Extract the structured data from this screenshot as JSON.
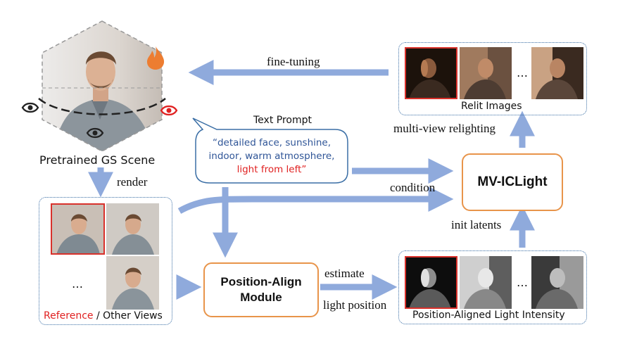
{
  "nodes": {
    "scene_label": "Pretrained GS Scene",
    "render_label": "render",
    "finetune_label": "fine-tuning",
    "text_prompt_title": "Text Prompt",
    "prompt_line1": "“detailed face, sunshine,",
    "prompt_line2": "indoor, warm atmosphere,",
    "prompt_line3": "light from left”",
    "reference_label": "Reference",
    "separator": " / ",
    "other_views_label": "Other Views",
    "ellipsis": "…",
    "condition_label": "condition",
    "mv_iclight": "MV-ICLight",
    "position_align_line1": "Position-Align",
    "position_align_line2": "Module",
    "estimate_label": "estimate",
    "light_position_label": "light position",
    "init_latents_label": "init latents",
    "multiview_relighting_label": "multi-view relighting",
    "relit_images_label": "Relit Images",
    "intensity_label": "Position-Aligned Light Intensity"
  },
  "colors": {
    "arrow": "#8faadc",
    "box_border": "#e8944a",
    "panel_border": "#3a6ea5",
    "prompt_text": "#2f5597",
    "highlight_red": "#e02020",
    "flame": "#ed7d31"
  },
  "icons": [
    "flame-icon",
    "eye-icon",
    "eye-icon-red",
    "person-photo"
  ]
}
